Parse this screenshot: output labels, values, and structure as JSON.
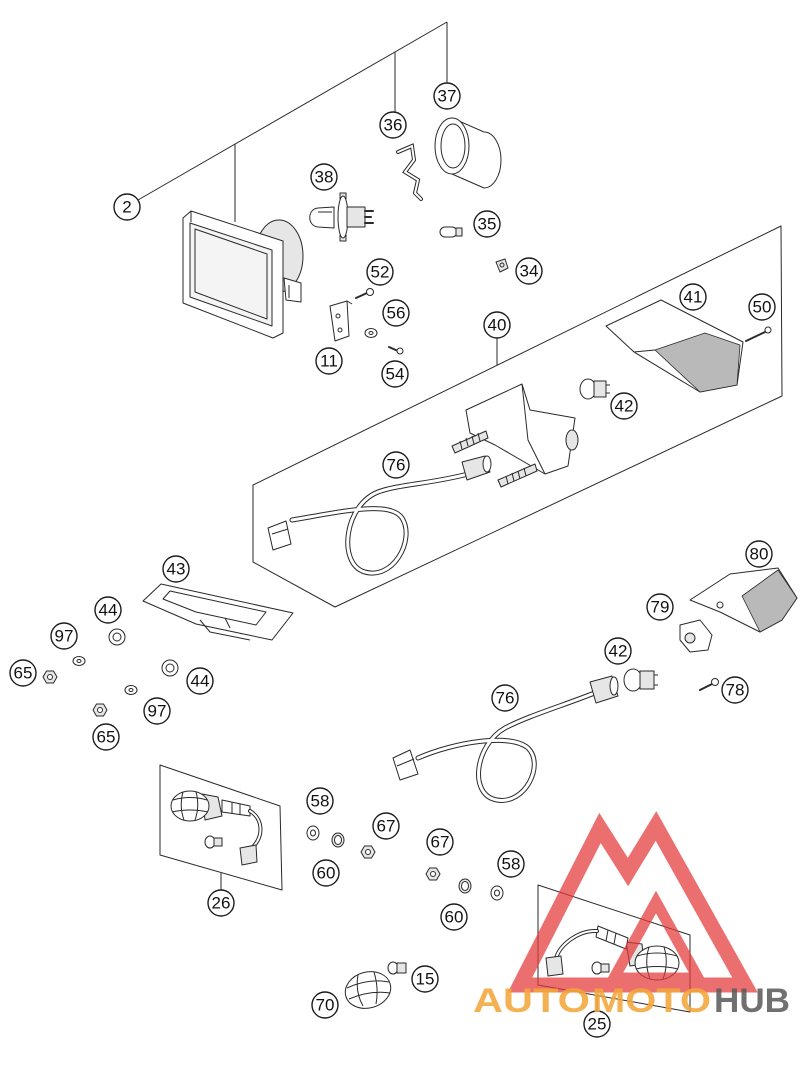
{
  "diagram": {
    "callouts": [
      "2",
      "36",
      "37",
      "38",
      "35",
      "34",
      "52",
      "56",
      "11",
      "54",
      "40",
      "41",
      "50",
      "42",
      "76",
      "43",
      "80",
      "44",
      "97",
      "65",
      "44",
      "97",
      "65",
      "79",
      "42",
      "78",
      "76",
      "58",
      "67",
      "60",
      "67",
      "58",
      "60",
      "26",
      "15",
      "70",
      "25"
    ]
  },
  "watermark": {
    "word1": "AUTO",
    "word2": "MOTO",
    "word3": "HUB",
    "colors": {
      "logo_red": "#e5393a",
      "text_orange": "#f3a63a",
      "text_gray": "#5c5c5c"
    }
  },
  "colors": {
    "line": "#2a2a2a",
    "background": "#ffffff"
  }
}
